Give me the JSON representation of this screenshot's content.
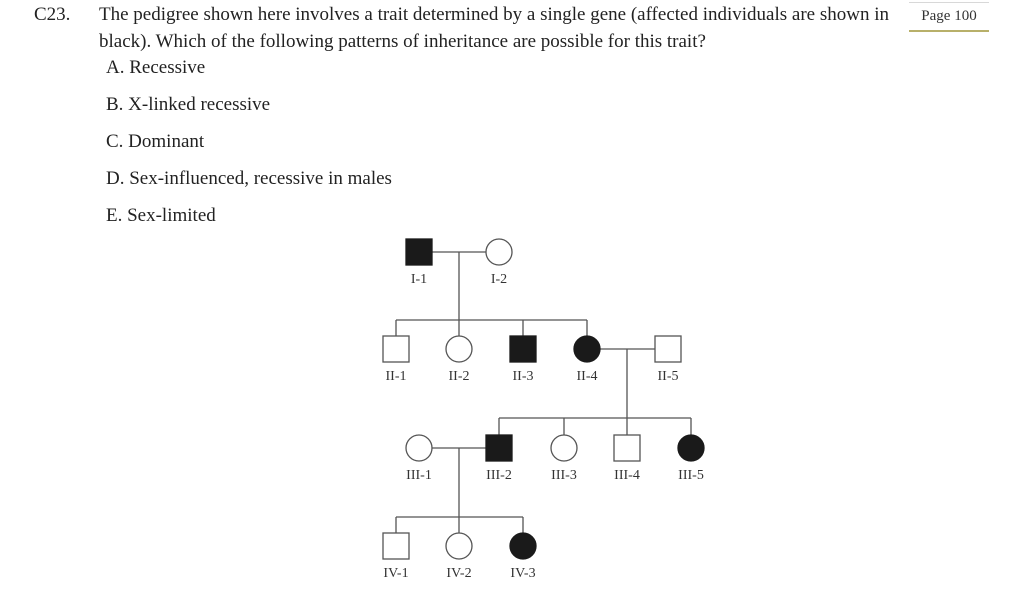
{
  "question": {
    "number": "C23.",
    "text": "The pedigree shown here involves a trait determined by a single gene (affected individuals are shown in black). Which of the following patterns of inheritance are possible for this trait?",
    "options": [
      "A. Recessive",
      "B. X-linked recessive",
      "C. Dominant",
      "D. Sex-influenced, recessive in males",
      "E. Sex-limited"
    ]
  },
  "page_label": "Page 100",
  "pedigree": {
    "colors": {
      "affected": "#1a1a1a",
      "unaffected": "#ffffff",
      "line": "#555555"
    },
    "individuals": [
      {
        "id": "I-1",
        "label": "I-1",
        "sex": "male",
        "affected": true
      },
      {
        "id": "I-2",
        "label": "I-2",
        "sex": "female",
        "affected": false
      },
      {
        "id": "II-1",
        "label": "II-1",
        "sex": "male",
        "affected": false
      },
      {
        "id": "II-2",
        "label": "II-2",
        "sex": "female",
        "affected": false
      },
      {
        "id": "II-3",
        "label": "II-3",
        "sex": "male",
        "affected": true
      },
      {
        "id": "II-4",
        "label": "II-4",
        "sex": "female",
        "affected": true
      },
      {
        "id": "II-5",
        "label": "II-5",
        "sex": "male",
        "affected": false
      },
      {
        "id": "III-1",
        "label": "III-1",
        "sex": "female",
        "affected": false
      },
      {
        "id": "III-2",
        "label": "III-2",
        "sex": "male",
        "affected": true
      },
      {
        "id": "III-3",
        "label": "III-3",
        "sex": "female",
        "affected": false
      },
      {
        "id": "III-4",
        "label": "III-4",
        "sex": "male",
        "affected": false
      },
      {
        "id": "III-5",
        "label": "III-5",
        "sex": "female",
        "affected": true
      },
      {
        "id": "IV-1",
        "label": "IV-1",
        "sex": "male",
        "affected": false
      },
      {
        "id": "IV-2",
        "label": "IV-2",
        "sex": "female",
        "affected": false
      },
      {
        "id": "IV-3",
        "label": "IV-3",
        "sex": "female",
        "affected": true
      }
    ]
  }
}
